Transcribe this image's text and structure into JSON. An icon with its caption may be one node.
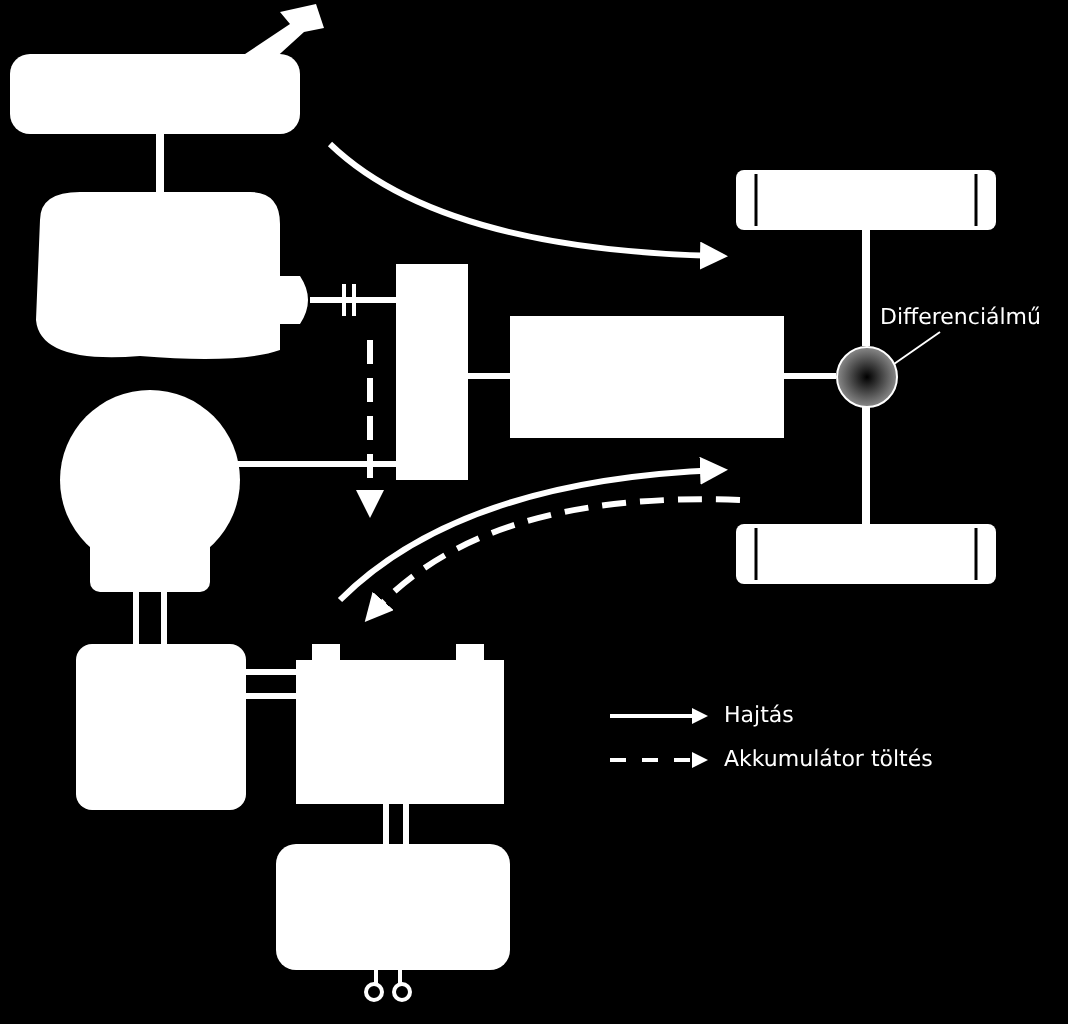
{
  "diagram": {
    "nodes": [
      {
        "text": [
          "Differenciálmű"
        ]
      },
      {
        "text": [],
        "shape": "circle"
      }
    ],
    "edges": [
      {
        "from": 0,
        "to": 1,
        "arrow": "none"
      }
    ],
    "legend": [
      {
        "text": "Hajtás"
      },
      {
        "text": "Akkumulátor töltés"
      }
    ]
  }
}
